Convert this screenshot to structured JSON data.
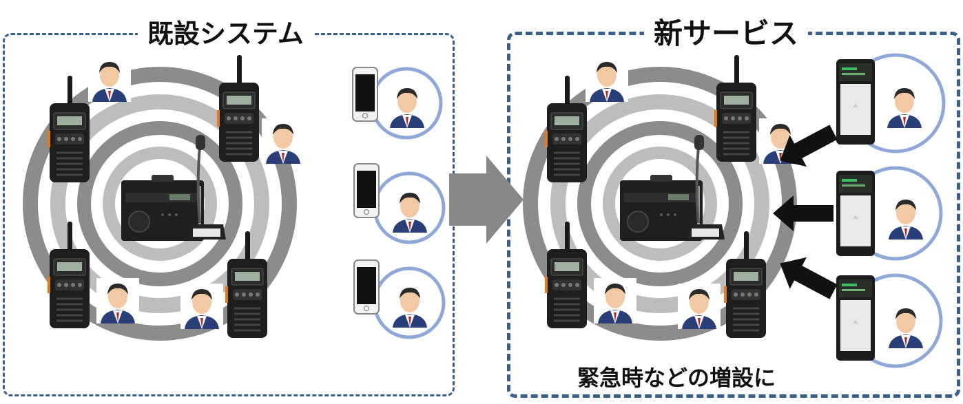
{
  "left_panel": {
    "title": "既設システム"
  },
  "right_panel": {
    "title": "新サービス",
    "caption": "緊急時などの増設に"
  },
  "colors": {
    "border": "#3a5f8a",
    "ring_dark": "#8c8c8c",
    "ring_light": "#bdbdbd",
    "phone_ring": "#8fa8d8",
    "arrow": "#111111",
    "center_arrow": "#888888"
  },
  "icons": [
    "radio-icon",
    "base-station-icon",
    "person-icon",
    "smartphone-icon",
    "arrow-icon"
  ]
}
